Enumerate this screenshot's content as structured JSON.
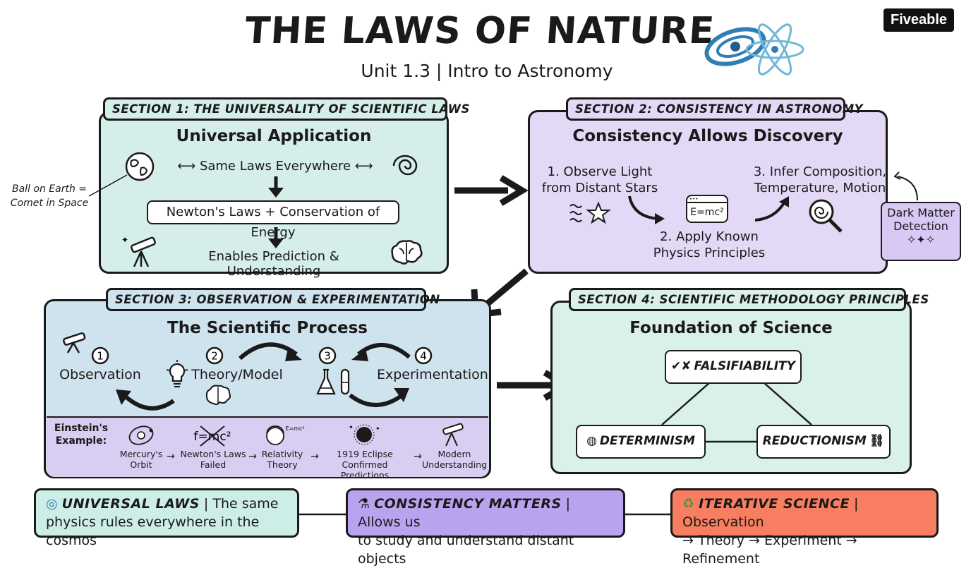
{
  "header": {
    "title": "THE LAWS OF NATURE",
    "subtitle": "Unit 1.3 | Intro to Astronomy",
    "brand": "Fiveable"
  },
  "section1": {
    "tag": "SECTION 1: THE UNIVERSALITY OF SCIENTIFIC LAWS",
    "heading": "Universal Application",
    "laws_everywhere": "Same Laws Everywhere",
    "laws_box": "Newton's Laws + Conservation of Energy",
    "enables": "Enables Prediction & Understanding",
    "side_note_line1": "Ball on Earth =",
    "side_note_line2": "Comet in Space"
  },
  "section2": {
    "tag": "SECTION 2: CONSISTENCY IN ASTRONOMY",
    "heading": "Consistency Allows Discovery",
    "step1_line1": "1. Observe Light",
    "step1_line2": "from Distant Stars",
    "step2_line1": "2. Apply Known",
    "step2_line2": "Physics Principles",
    "step3_line1": "3. Infer Composition,",
    "step3_line2": "Temperature, Motion",
    "formula": "E=mc²",
    "dark_matter_line1": "Dark Matter",
    "dark_matter_line2": "Detection"
  },
  "section3": {
    "tag": "SECTION 3: OBSERVATION & EXPERIMENTATION",
    "heading": "The Scientific Process",
    "steps": [
      {
        "num": "1",
        "label": "Observation"
      },
      {
        "num": "2",
        "label": "Theory/Model"
      },
      {
        "num": "3",
        "label": ""
      },
      {
        "num": "4",
        "label": "Experimentation"
      }
    ],
    "example_label_line1": "Einstein's",
    "example_label_line2": "Example:",
    "example_items": [
      {
        "line1": "Mercury's",
        "line2": "Orbit"
      },
      {
        "line1": "Newton's Laws",
        "line2": "Failed"
      },
      {
        "line1": "Relativity",
        "line2": "Theory"
      },
      {
        "line1": "1919 Eclipse",
        "line2": "Confirmed Predictions"
      },
      {
        "line1": "Modern",
        "line2": "Understanding"
      }
    ],
    "icon_formula_crossed": "f=mc²",
    "icon_formula_small": "E=mc²"
  },
  "section4": {
    "tag": "SECTION 4: SCIENTIFIC METHODOLOGY PRINCIPLES",
    "heading": "Foundation of Science",
    "falsifiability": "FALSIFIABILITY",
    "determinism": "DETERMINISM",
    "reductionism": "REDUCTIONISM"
  },
  "footer": {
    "universal_title": "UNIVERSAL LAWS",
    "universal_text1": " | The same",
    "universal_text2": "physics rules everywhere in the cosmos",
    "consistency_title": "CONSISTENCY MATTERS",
    "consistency_text1": " | Allows us",
    "consistency_text2": "to study and understand distant objects",
    "iterative_title": "ITERATIVE SCIENCE",
    "iterative_text1": " | Observation",
    "iterative_text2": "→ Theory → Experiment → Refinement"
  },
  "colors": {
    "teal_panel": "#d5eeea",
    "purple_panel": "#e3d9f7",
    "blue_panel": "#cfe3ee",
    "example_strip": "#d9cdf2",
    "footer_teal": "#cdeee6",
    "footer_purple": "#b9a3ee",
    "footer_orange": "#f77e60"
  }
}
